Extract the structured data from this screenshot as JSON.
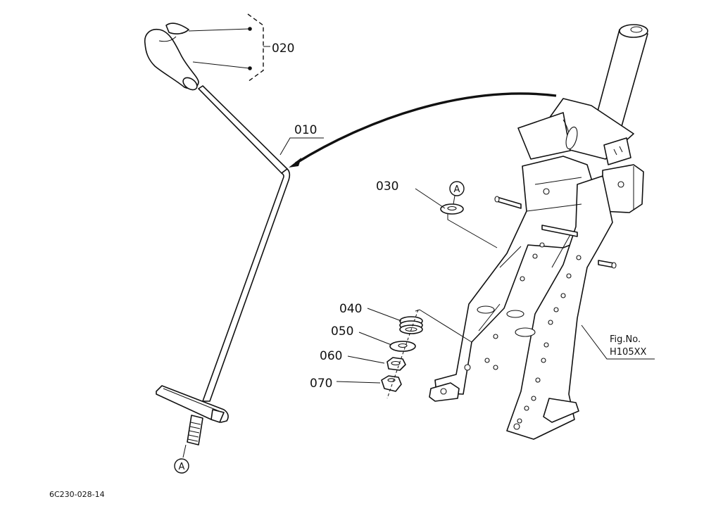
{
  "callouts": {
    "c010": "010",
    "c020": "020",
    "c030": "030",
    "c040": "040",
    "c050": "050",
    "c060": "060",
    "c070": "070"
  },
  "ref_marker": "A",
  "fig": {
    "label": "Fig.No.",
    "number": "H105XX"
  },
  "drawing_code": "6C230-028-14"
}
